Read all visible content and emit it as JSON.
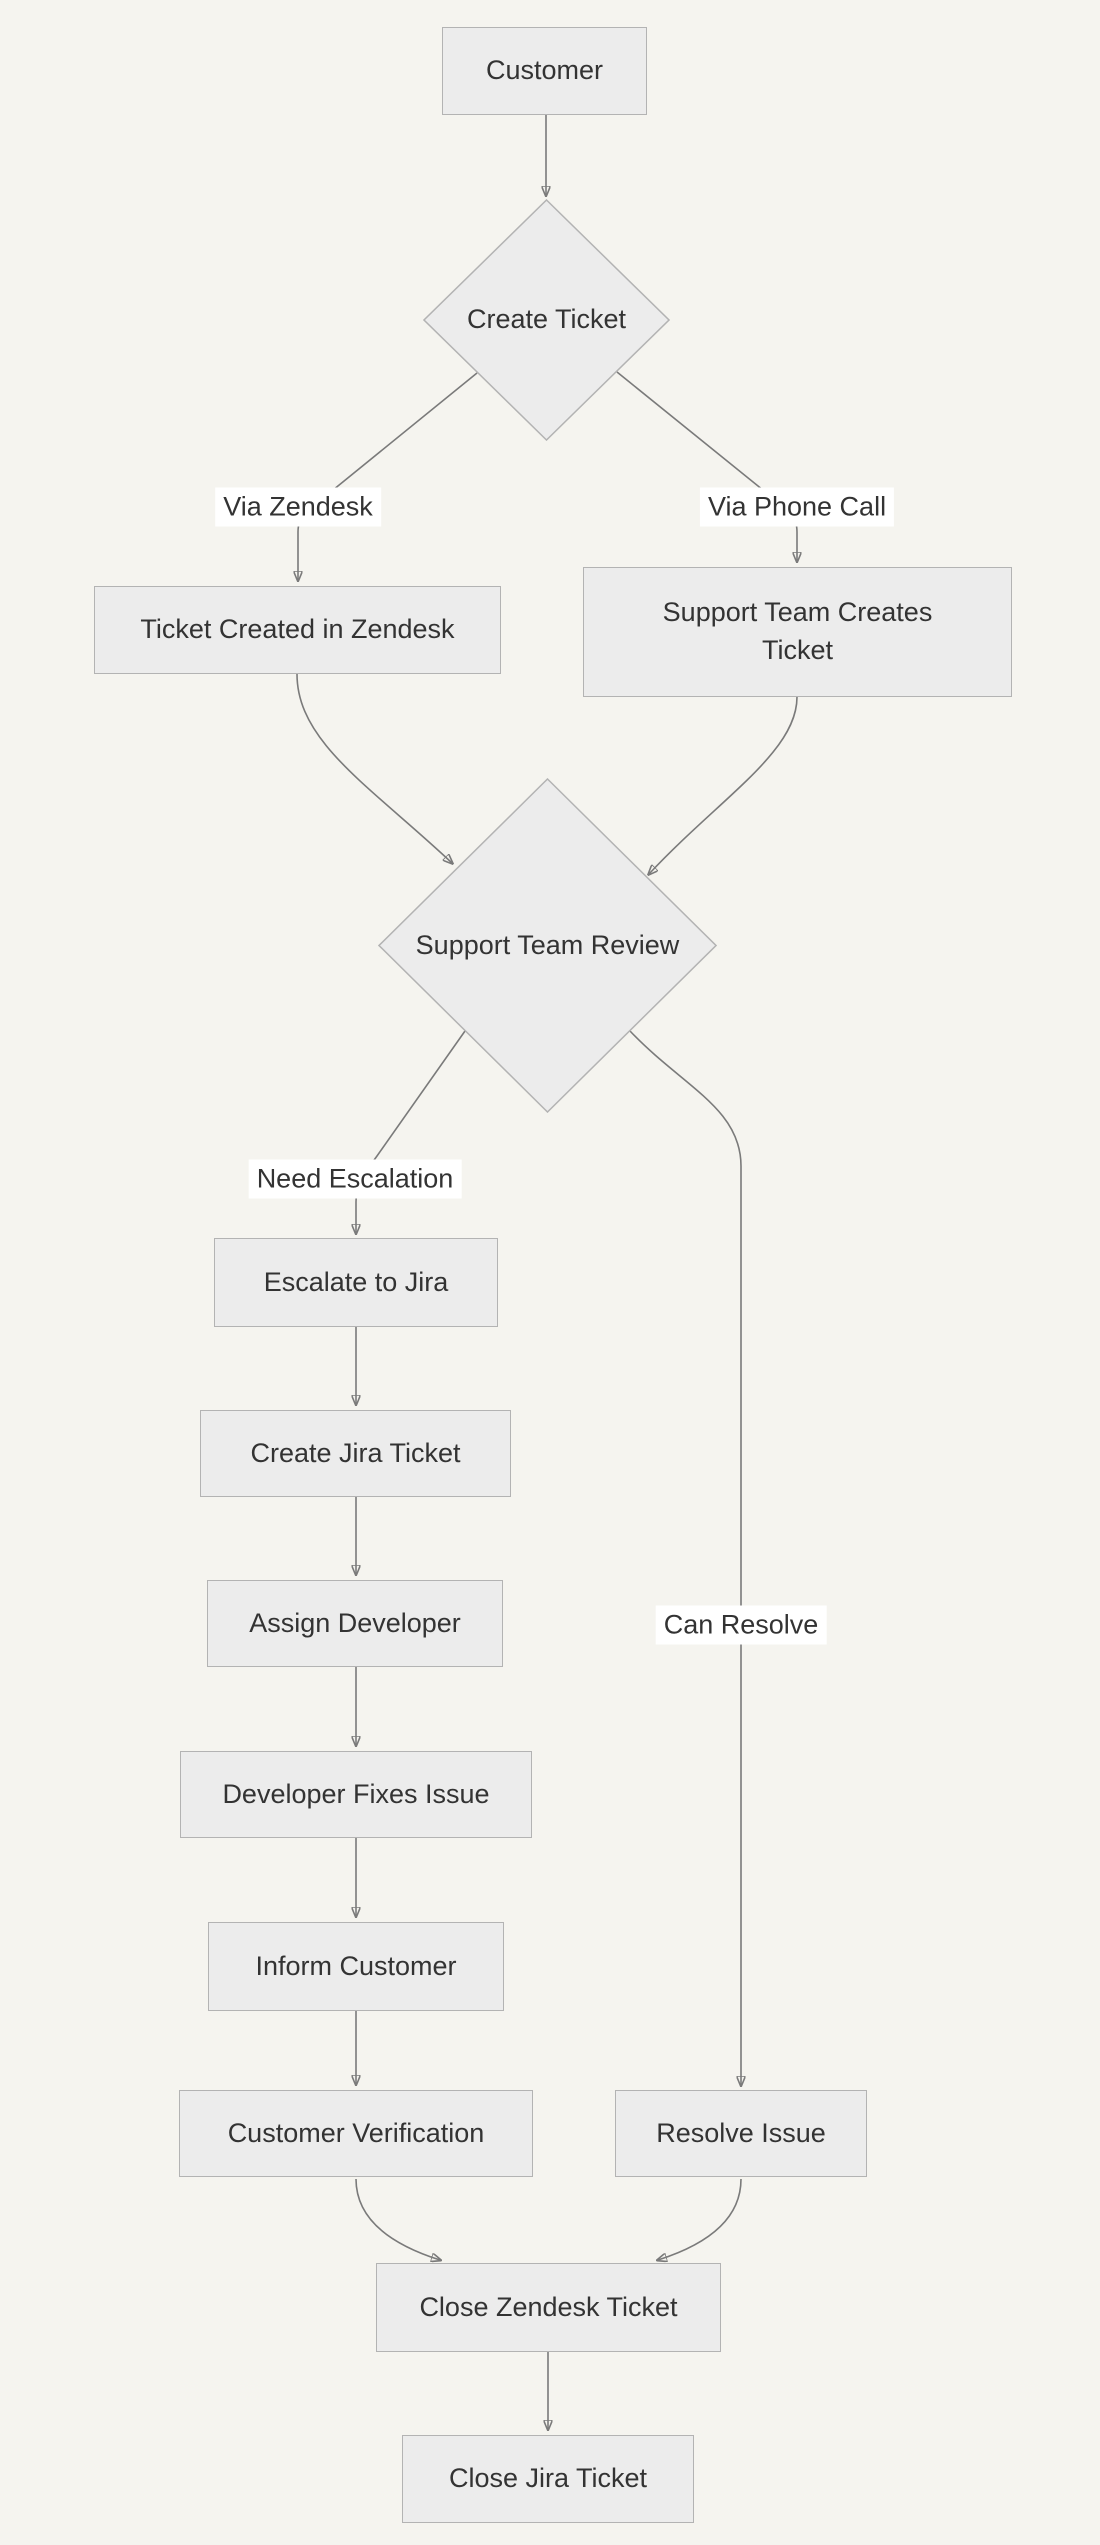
{
  "diagram": {
    "type": "flowchart-top-down",
    "colors": {
      "bg": "#f5f4ef",
      "node_fill": "#ececec",
      "node_border": "#b3b3b3",
      "edge": "#7a7a7a",
      "arrow": "#4d4d4d",
      "text": "#333333",
      "label_bg": "#ffffff"
    }
  },
  "nodes": {
    "customer": {
      "label": "Customer",
      "shape": "rect"
    },
    "create_ticket": {
      "label": "Create Ticket",
      "shape": "diamond"
    },
    "ticket_created_zendesk": {
      "label": "Ticket Created in Zendesk",
      "shape": "rect"
    },
    "support_creates_ticket": {
      "label": "Support Team Creates Ticket",
      "shape": "rect"
    },
    "support_team_review": {
      "label": "Support Team Review",
      "shape": "diamond"
    },
    "escalate_jira": {
      "label": "Escalate to Jira",
      "shape": "rect"
    },
    "create_jira_ticket": {
      "label": "Create Jira Ticket",
      "shape": "rect"
    },
    "assign_developer": {
      "label": "Assign Developer",
      "shape": "rect"
    },
    "developer_fixes": {
      "label": "Developer Fixes Issue",
      "shape": "rect"
    },
    "inform_customer": {
      "label": "Inform Customer",
      "shape": "rect"
    },
    "customer_verification": {
      "label": "Customer Verification",
      "shape": "rect"
    },
    "resolve_issue": {
      "label": "Resolve Issue",
      "shape": "rect"
    },
    "close_zendesk": {
      "label": "Close Zendesk Ticket",
      "shape": "rect"
    },
    "close_jira": {
      "label": "Close Jira Ticket",
      "shape": "rect"
    }
  },
  "edge_labels": {
    "via_zendesk": "Via Zendesk",
    "via_phone": "Via Phone Call",
    "need_escalation": "Need Escalation",
    "can_resolve": "Can Resolve"
  }
}
